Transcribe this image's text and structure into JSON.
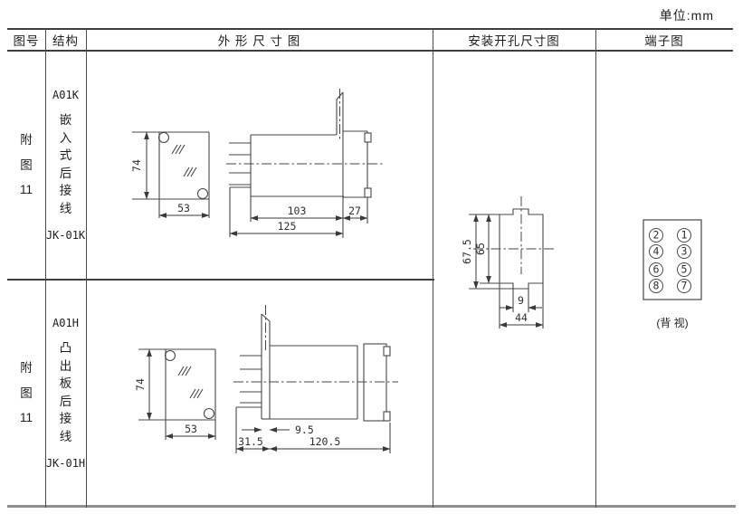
{
  "unit_label": "单位:mm",
  "header": {
    "fig_no": "图号",
    "structure": "结构",
    "outline": "外 形 尺 寸 图",
    "install": "安装开孔尺寸图",
    "terminal": "端子图"
  },
  "rows": [
    {
      "fig": [
        "附",
        "图",
        "11"
      ],
      "model": "A01K",
      "desc": [
        "嵌",
        "入",
        "式",
        "后",
        "接",
        "线"
      ],
      "code": "JK-01K",
      "dims": {
        "height": "74",
        "width": "53",
        "body_len": "103",
        "flange": "27",
        "total": "125"
      }
    },
    {
      "fig": [
        "附",
        "图",
        "11"
      ],
      "model": "A01H",
      "desc": [
        "凸",
        "出",
        "板",
        "后",
        "接",
        "线"
      ],
      "code": "JK-01H",
      "dims": {
        "height": "74",
        "width": "53",
        "flange_thk": "9.5",
        "front_len": "31.5",
        "body_len": "120.5"
      }
    }
  ],
  "install_dims": {
    "height_outer": "67.5",
    "height_inner": "65",
    "notch": "9",
    "width": "44"
  },
  "terminal": {
    "pins": [
      "2",
      "1",
      "4",
      "3",
      "6",
      "5",
      "8",
      "7"
    ],
    "caption": "(背 视)"
  },
  "line_color": "#474747"
}
